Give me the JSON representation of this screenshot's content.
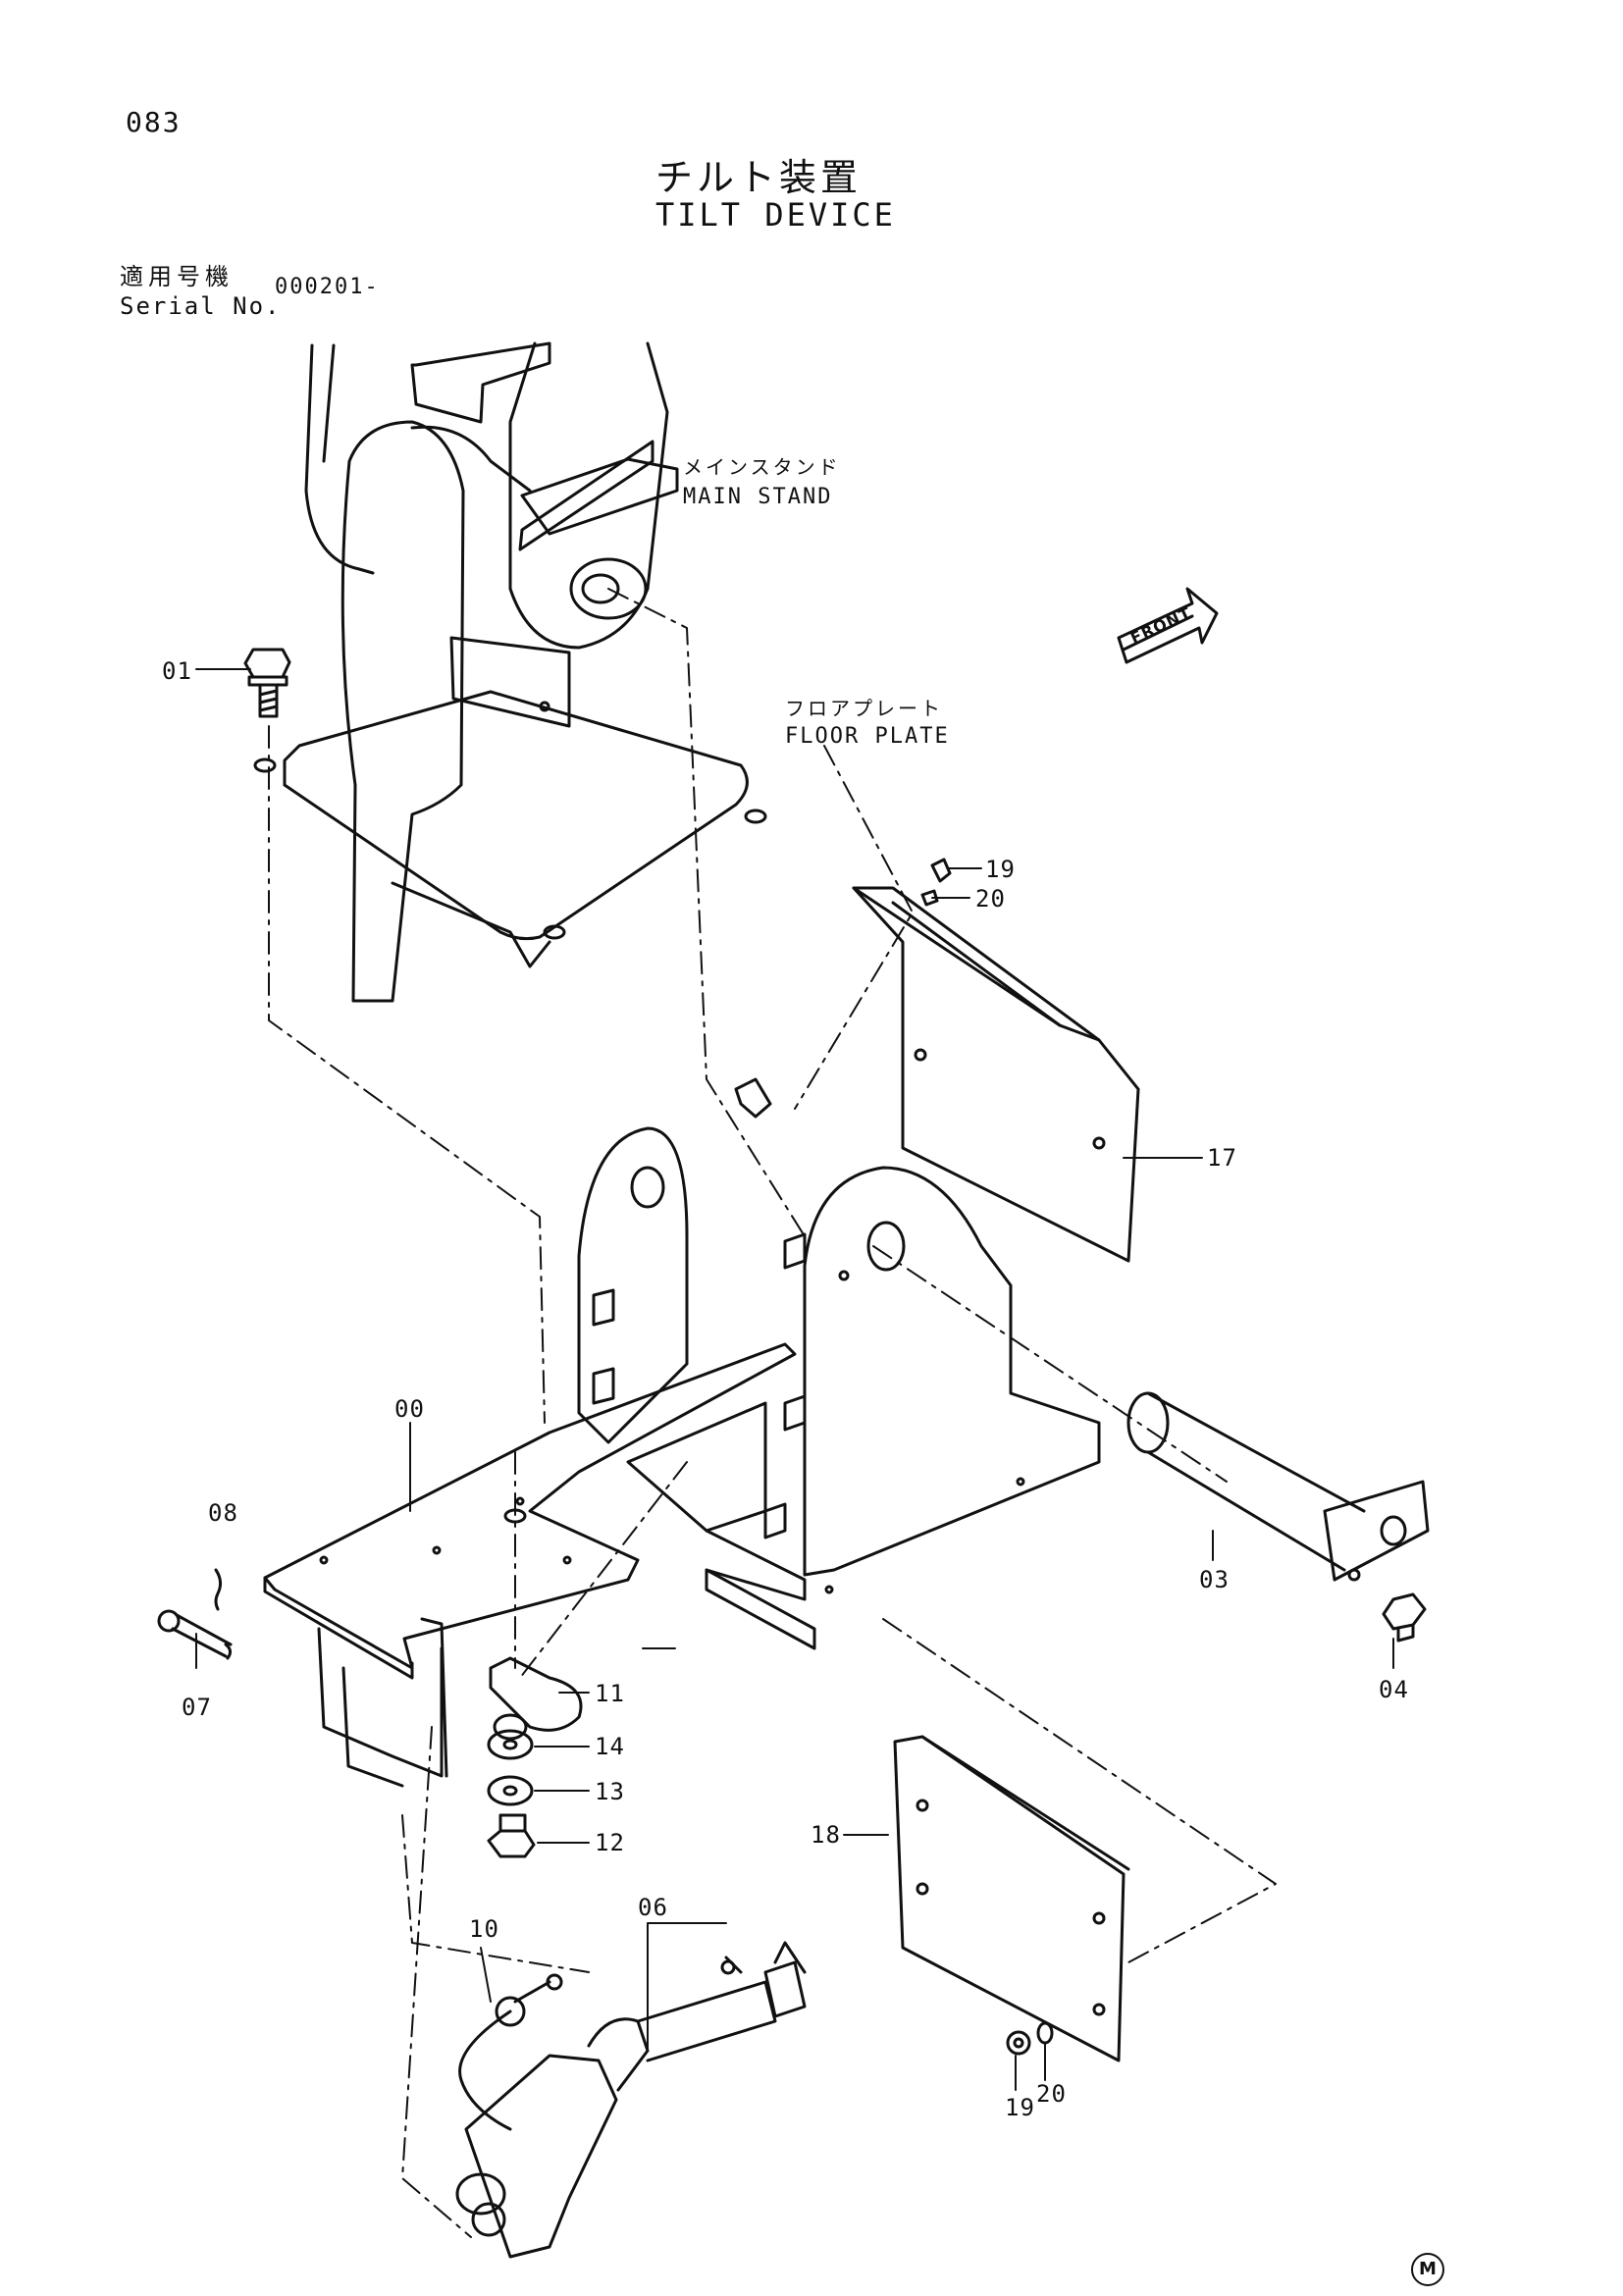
{
  "header": {
    "page_number": "083",
    "title_jp": "チルト装置",
    "title_en": "TILT DEVICE",
    "serial_label_jp": "適用号機",
    "serial_label_en": "Serial No.",
    "serial_value": "000201-"
  },
  "labels": {
    "main_stand_jp": "メインスタンド",
    "main_stand_en": "MAIN STAND",
    "floor_plate_jp": "フロアプレート",
    "floor_plate_en": "FLOOR PLATE",
    "front_arrow": "FRONT"
  },
  "parts": [
    "00",
    "01",
    "03",
    "04",
    "06",
    "07",
    "08",
    "10",
    "11",
    "12",
    "13",
    "14",
    "17",
    "18",
    "19",
    "20"
  ],
  "callouts": {
    "p00": "00",
    "p01": "01",
    "p03": "03",
    "p04": "04",
    "p06": "06",
    "p07": "07",
    "p08": "08",
    "p10": "10",
    "p11": "11",
    "p12": "12",
    "p13": "13",
    "p14": "14",
    "p17": "17",
    "p18": "18",
    "p19a": "19",
    "p20a": "20",
    "p19b": "19",
    "p20b": "20"
  },
  "footer_mark": "M"
}
